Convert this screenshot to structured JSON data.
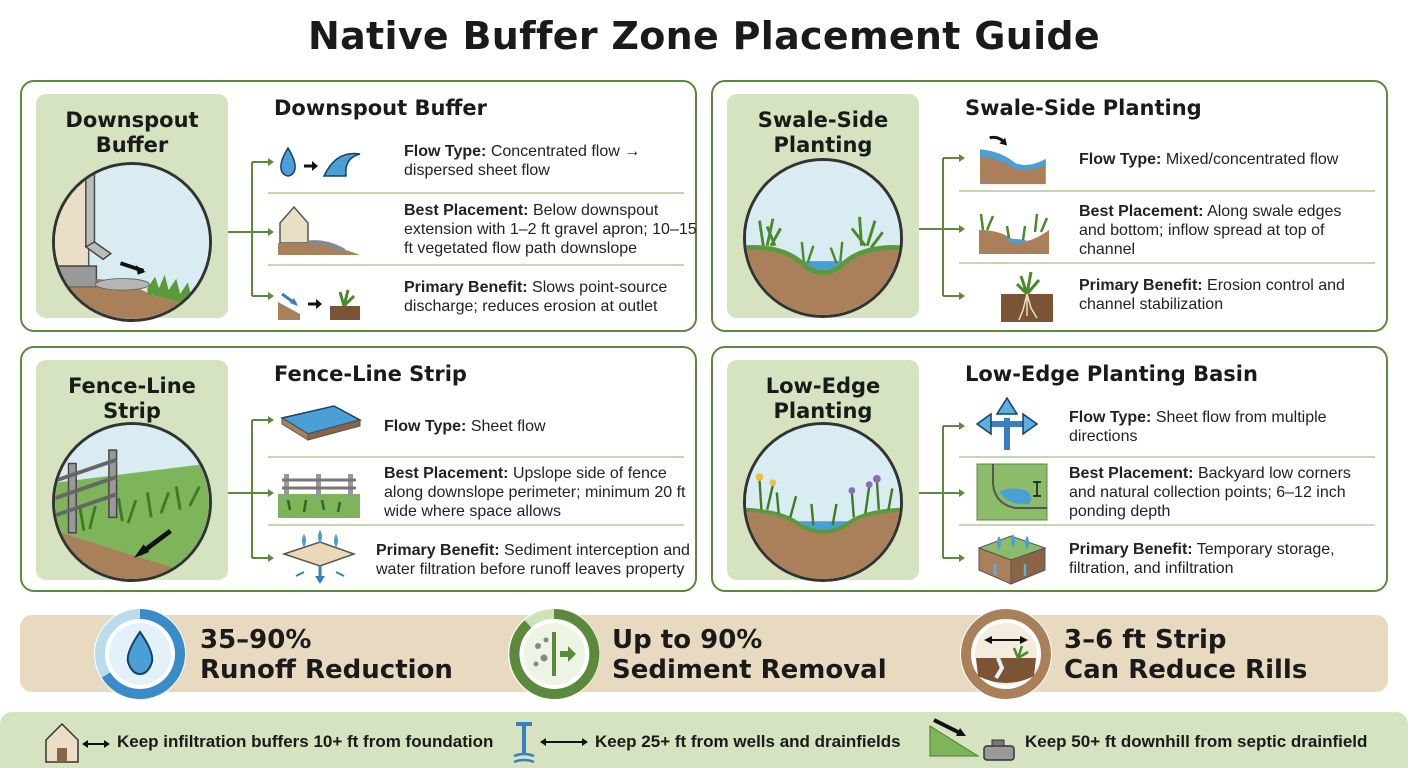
{
  "title": "Native Buffer Zone Placement Guide",
  "colors": {
    "accent": "#5b8a3c",
    "panel_green": "#d5e3c0",
    "panel_tan": "#e7dac1",
    "water": "#4a9fd4"
  },
  "cards": [
    {
      "label": "Downspout Buffer",
      "heading": "Downspout Buffer",
      "rows": [
        {
          "label": "Flow Type:",
          "text": "Concentrated flow → dispersed sheet flow",
          "icon": "drop-to-wave-icon"
        },
        {
          "label": "Best Placement:",
          "text": "Below downspout extension with 1–2 ft gravel apron; 10–15 ft vegetated flow path downslope",
          "icon": "house-gravel-apron-icon"
        },
        {
          "label": "Primary Benefit:",
          "text": "Slows point-source discharge; reduces erosion at outlet",
          "icon": "slope-to-plant-icon"
        }
      ]
    },
    {
      "label": "Swale-Side Planting",
      "heading": "Swale-Side Planting",
      "rows": [
        {
          "label": "Flow Type:",
          "text": "Mixed/concentrated flow",
          "icon": "swale-flow-icon"
        },
        {
          "label": "Best Placement:",
          "text": "Along swale edges and bottom; inflow spread at top of channel",
          "icon": "swale-plants-icon"
        },
        {
          "label": "Primary Benefit:",
          "text": "Erosion control and channel stabilization",
          "icon": "plant-roots-icon"
        }
      ]
    },
    {
      "label": "Fence-Line Strip",
      "heading": "Fence-Line Strip",
      "rows": [
        {
          "label": "Flow Type:",
          "text": "Sheet flow",
          "icon": "sheet-flow-icon"
        },
        {
          "label": "Best Placement:",
          "text": "Upslope side of fence along downslope perimeter; minimum 20 ft wide where space allows",
          "icon": "fence-grass-icon"
        },
        {
          "label": "Primary Benefit:",
          "text": "Sediment interception and water filtration before runoff leaves property",
          "icon": "filter-drops-icon"
        }
      ]
    },
    {
      "label": "Low-Edge Planting Basin",
      "heading": "Low-Edge Planting Basin",
      "rows": [
        {
          "label": "Flow Type:",
          "text": "Sheet flow from multiple directions",
          "icon": "multi-direction-arrows-icon"
        },
        {
          "label": "Best Placement:",
          "text": "Backyard low corners and natural collection points; 6–12 inch ponding depth",
          "icon": "corner-pond-icon"
        },
        {
          "label": "Primary Benefit:",
          "text": "Temporary storage, filtration, and infiltration",
          "icon": "infiltration-block-icon"
        }
      ]
    }
  ],
  "stats": [
    {
      "line1": "35–90%",
      "line2": "Runoff Reduction",
      "icon": "water-drop-icon"
    },
    {
      "line1": "Up to 90%",
      "line2": "Sediment Removal",
      "icon": "sediment-filter-icon"
    },
    {
      "line1": "3–6 ft Strip",
      "line2": "Can Reduce Rills",
      "icon": "soil-rill-icon"
    }
  ],
  "footer": [
    {
      "text": "Keep infiltration buffers 10+ ft from foundation",
      "icon": "house-arrow-icon"
    },
    {
      "text": "Keep 25+ ft from wells and drainfields",
      "icon": "well-arrow-icon"
    },
    {
      "text": "Keep 50+ ft downhill from septic drainfield",
      "icon": "slope-septic-icon"
    }
  ]
}
